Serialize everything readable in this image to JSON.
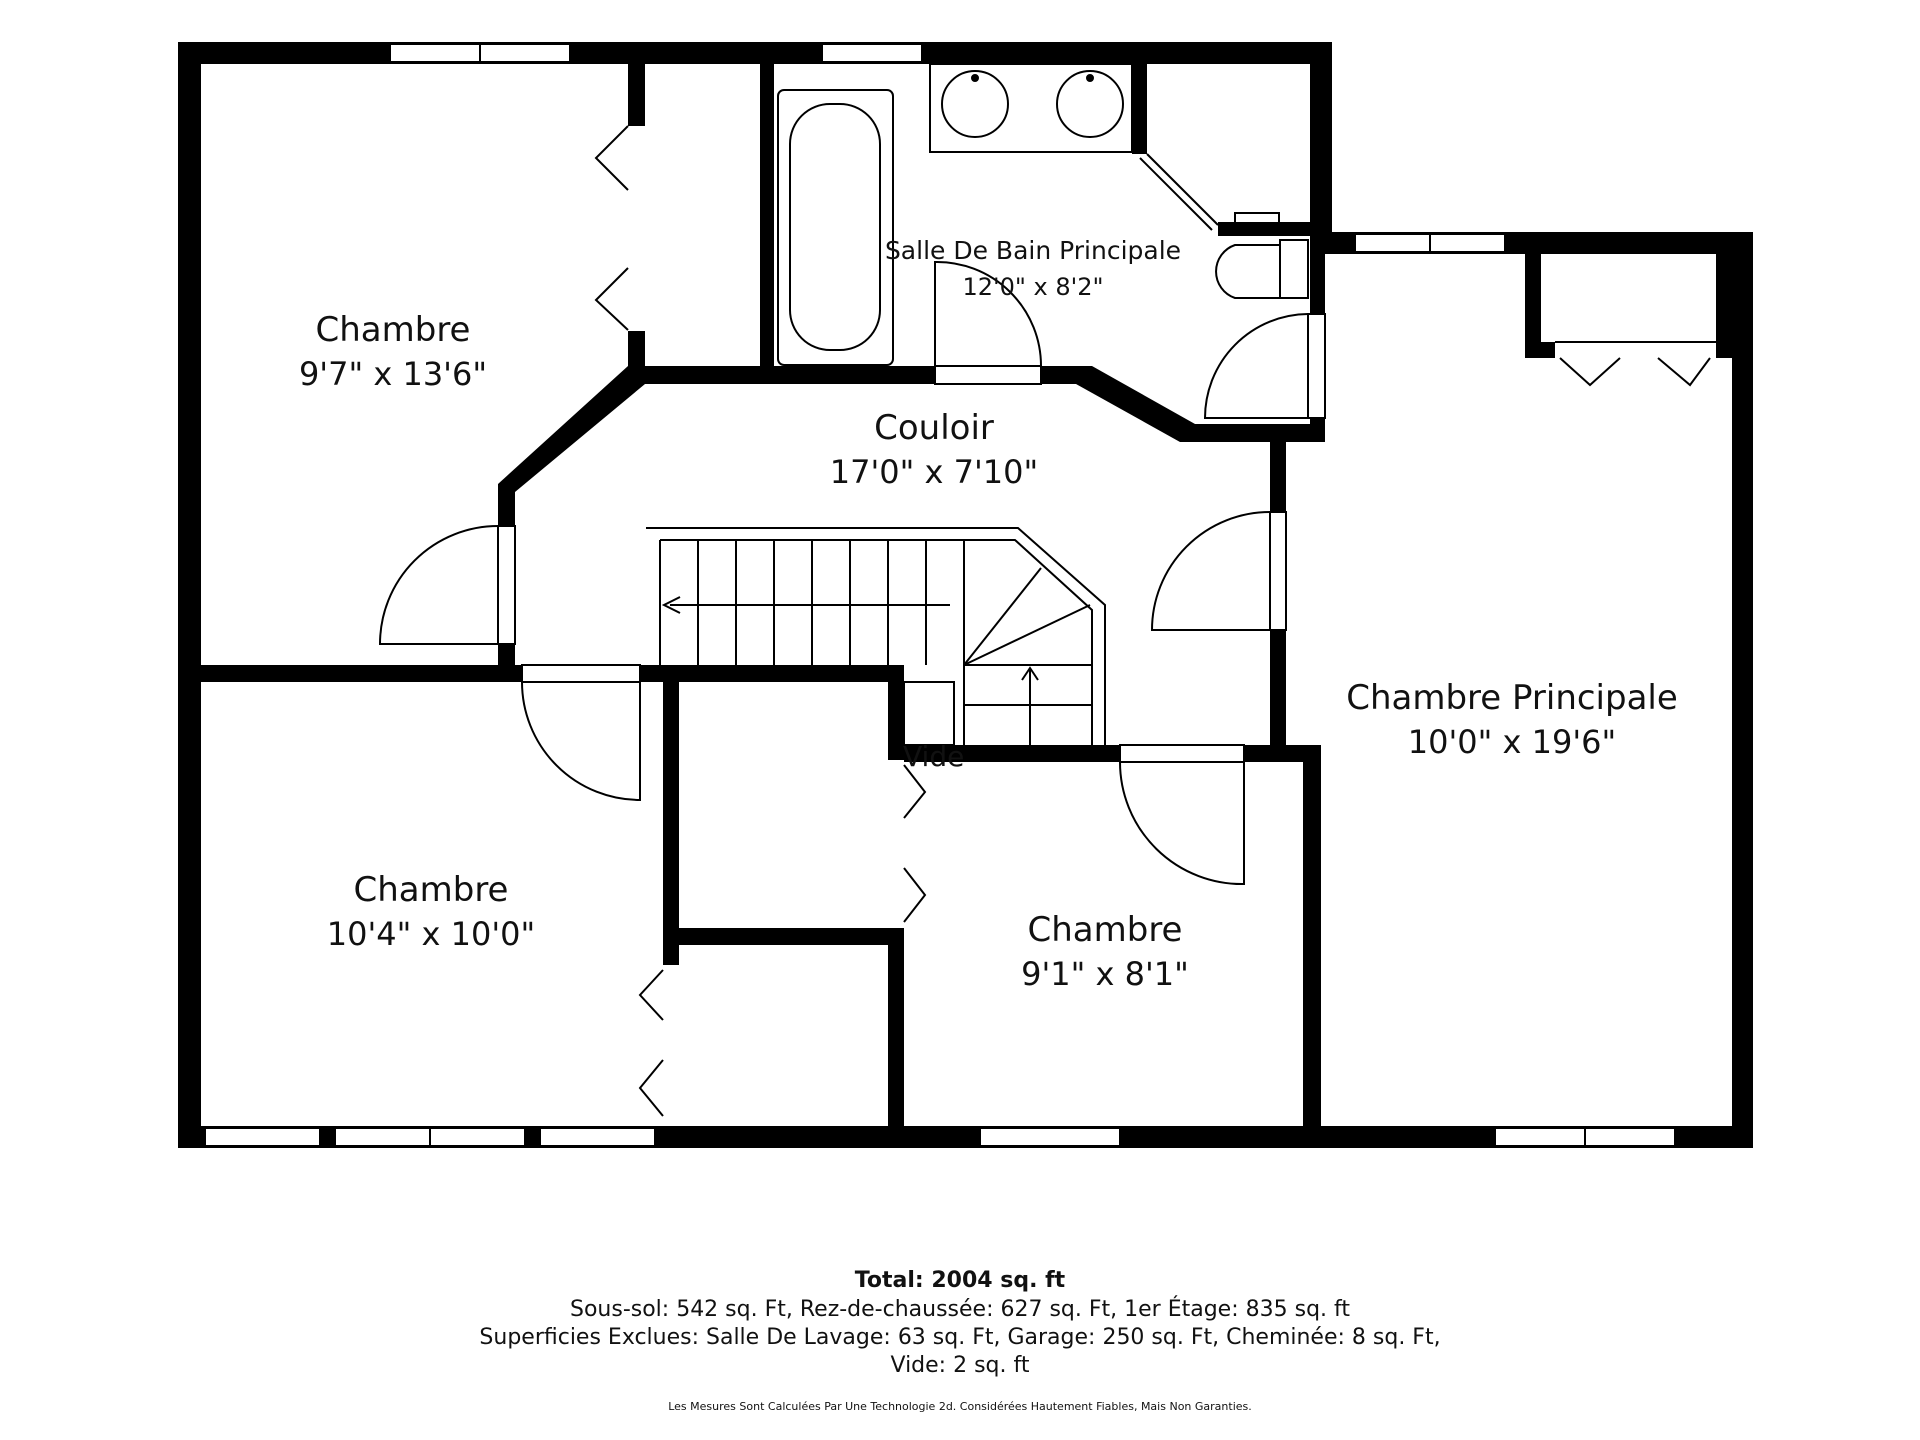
{
  "rooms": [
    {
      "id": "chambre-nw",
      "name": "Chambre",
      "dims": "9'7\" x 13'6\""
    },
    {
      "id": "salle-de-bain",
      "name": "Salle De Bain Principale",
      "dims": "12'0\" x 8'2\""
    },
    {
      "id": "couloir",
      "name": "Couloir",
      "dims": "17'0\" x 7'10\""
    },
    {
      "id": "chambre-principale",
      "name": "Chambre Principale",
      "dims": "10'0\" x 19'6\""
    },
    {
      "id": "chambre-sw",
      "name": "Chambre",
      "dims": "10'4\" x 10'0\""
    },
    {
      "id": "chambre-s",
      "name": "Chambre",
      "dims": "9'1\" x 8'1\""
    }
  ],
  "vide_label": "Vide",
  "footer": {
    "total": "Total: 2004 sq. ft",
    "line1": "Sous-sol: 542 sq. Ft, Rez-de-chaussée: 627 sq. Ft, 1er Étage: 835 sq. ft",
    "line2": "Superficies Exclues: Salle De Lavage: 63 sq. Ft, Garage: 250 sq. Ft, Cheminée: 8 sq. Ft,",
    "line3": "Vide: 2 sq. ft",
    "disclaimer": "Les Mesures Sont Calculées Par Une Technologie 2d. Considérées Hautement Fiables, Mais Non Garanties."
  },
  "colors": {
    "wall": "#000000",
    "background": "#ffffff",
    "text": "#111111"
  }
}
